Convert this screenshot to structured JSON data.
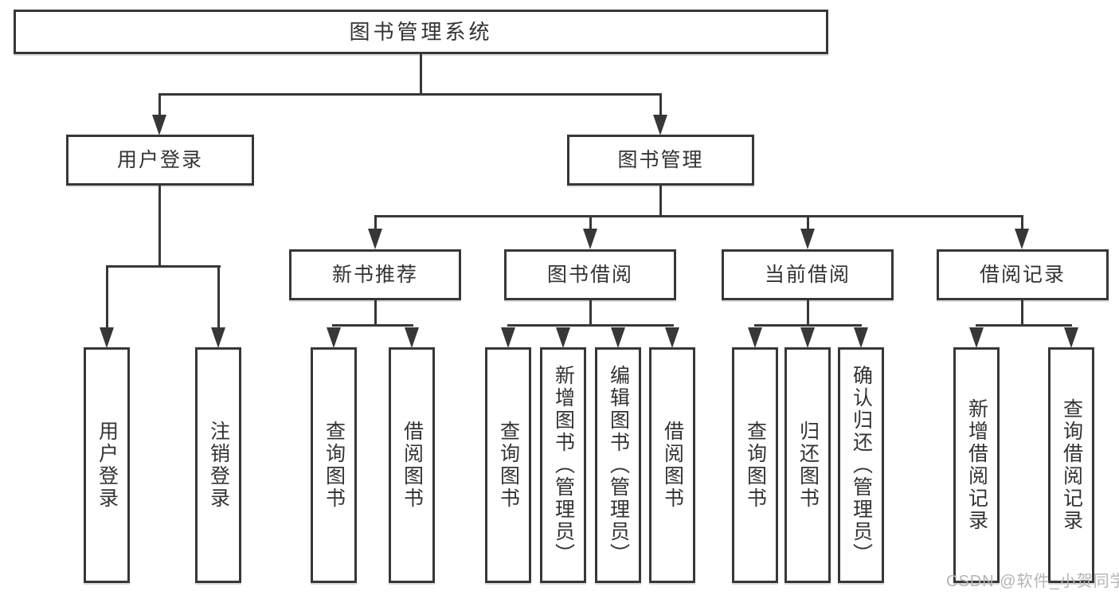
{
  "title": "图书管理系统",
  "tree": {
    "label": "图书管理系统",
    "children": [
      {
        "label": "用户登录",
        "children": [
          {
            "label": "用户登录"
          },
          {
            "label": "注销登录"
          }
        ]
      },
      {
        "label": "图书管理",
        "children": [
          {
            "label": "新书推荐",
            "children": [
              {
                "label": "查询图书"
              },
              {
                "label": "借阅图书"
              }
            ]
          },
          {
            "label": "图书借阅",
            "children": [
              {
                "label": "查询图书"
              },
              {
                "label": "新增图书（管理员）"
              },
              {
                "label": "编辑图书（管理员）"
              },
              {
                "label": "借阅图书"
              }
            ]
          },
          {
            "label": "当前借阅",
            "children": [
              {
                "label": "查询图书"
              },
              {
                "label": "归还图书"
              },
              {
                "label": "确认归还（管理员）"
              }
            ]
          },
          {
            "label": "借阅记录",
            "children": [
              {
                "label": "新增借阅记录"
              },
              {
                "label": "查询借阅记录"
              }
            ]
          }
        ]
      }
    ]
  },
  "watermark": "CSDN @软件_小贺同学",
  "colors": {
    "line": "#373737",
    "text": "#333333",
    "watermark": "#b4b4b4",
    "background": "#ffffff"
  }
}
